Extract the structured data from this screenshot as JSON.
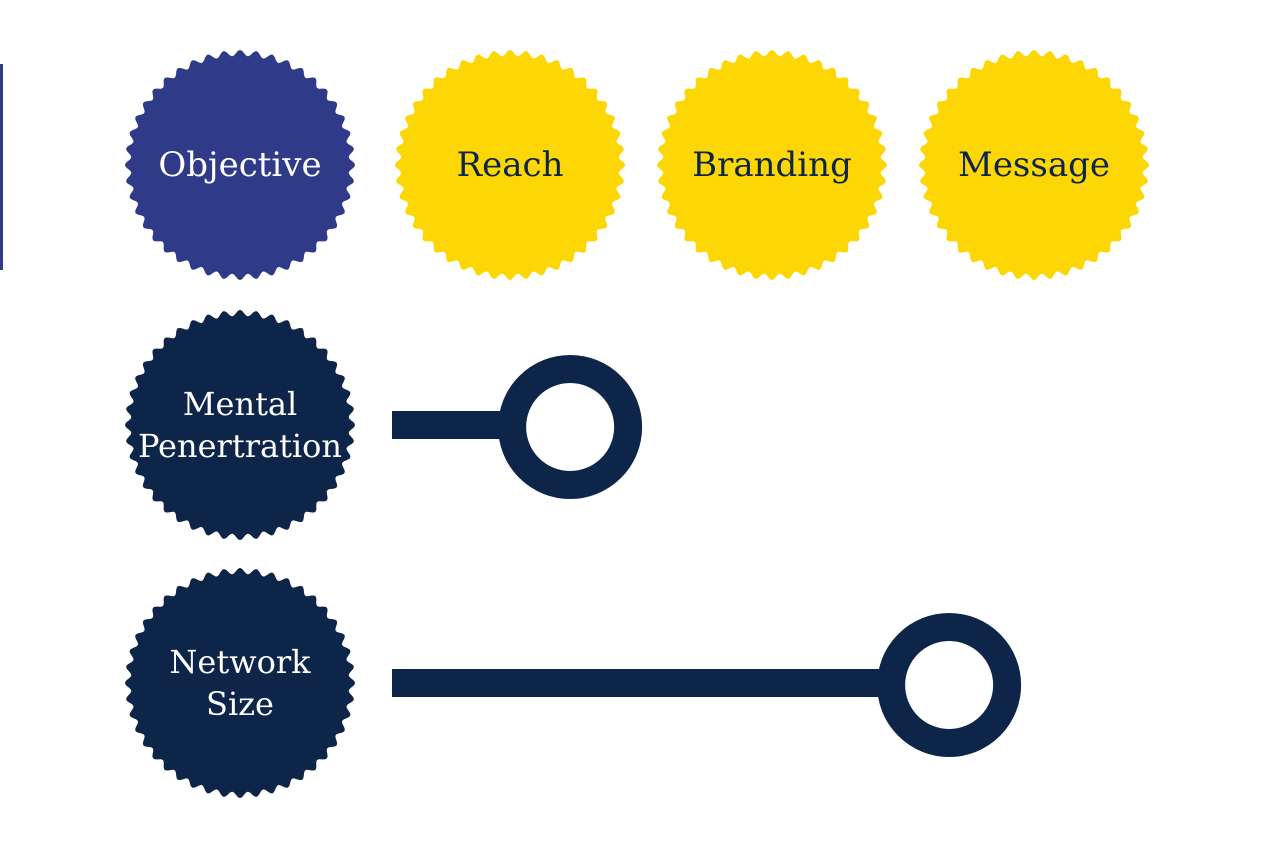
{
  "colors": {
    "background": "#ffffff",
    "objective": "#2f3a89",
    "columns": "#fcd705",
    "rows": "#0d2549",
    "columnText": "#0d2549",
    "rowText": "#ffffff",
    "track": "#0d2549",
    "knobFill": "#ffffff"
  },
  "header": {
    "objective": "Objective",
    "columns": [
      "Reach",
      "Branding",
      "Message"
    ]
  },
  "rows": [
    {
      "lines": [
        "Mental",
        "Penertration"
      ],
      "value": 0.235
    },
    {
      "lines": [
        "Network",
        "Size"
      ],
      "value": 0.735
    }
  ],
  "icons": {
    "badge": "scalloped-circle-icon",
    "knob": "ring-knob-icon"
  }
}
